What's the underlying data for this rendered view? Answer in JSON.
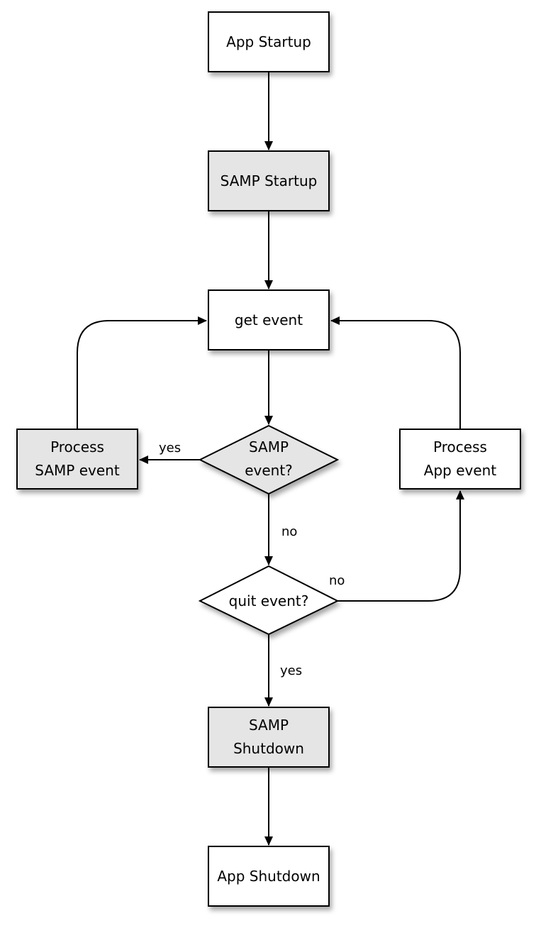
{
  "colors": {
    "plain_fill": "#ffffff",
    "samp_fill": "#e5e5e5",
    "stroke": "#000000"
  },
  "nodes": {
    "app_startup": {
      "lines": [
        "App Startup"
      ],
      "style": "plain"
    },
    "samp_startup": {
      "lines": [
        "SAMP Startup"
      ],
      "style": "samp"
    },
    "get_event": {
      "lines": [
        "get event"
      ],
      "style": "plain"
    },
    "samp_event_decision": {
      "lines": [
        "SAMP",
        "event?"
      ],
      "style": "samp"
    },
    "process_samp_event": {
      "lines": [
        "Process",
        "SAMP event"
      ],
      "style": "samp"
    },
    "process_app_event": {
      "lines": [
        "Process",
        "App event"
      ],
      "style": "plain"
    },
    "quit_event_decision": {
      "lines": [
        "quit event?"
      ],
      "style": "plain"
    },
    "samp_shutdown": {
      "lines": [
        "SAMP",
        "Shutdown"
      ],
      "style": "samp"
    },
    "app_shutdown": {
      "lines": [
        "App Shutdown"
      ],
      "style": "plain"
    }
  },
  "edges": {
    "samp_event_yes": "yes",
    "samp_event_no": "no",
    "quit_event_no": "no",
    "quit_event_yes": "yes"
  }
}
